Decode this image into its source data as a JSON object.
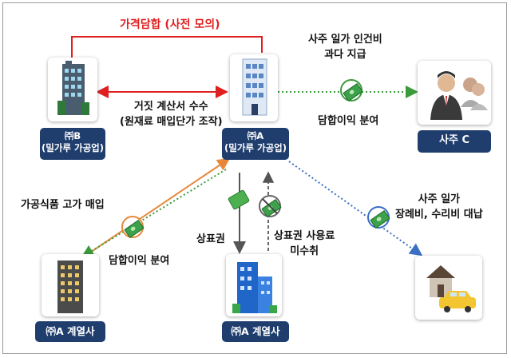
{
  "title": "가격담합 (사전 모의)",
  "nodes": {
    "company_b": {
      "line1": "㈜B",
      "line2": "(밀가루 가공업)"
    },
    "company_a": {
      "line1": "㈜A",
      "line2": "(밀가루 가공업)"
    },
    "owner_c": {
      "label": "사주 C"
    },
    "affiliate_left": {
      "label": "㈜A 계열사"
    },
    "affiliate_bottom": {
      "label": "㈜A 계열사"
    }
  },
  "edge_labels": {
    "false_invoice_line1": "거짓 계산서 수수",
    "false_invoice_line2": "(원재료 매입단가 조작)",
    "owner_salary_line1": "사주 일가 인건비",
    "owner_salary_line2": "과다 지급",
    "profit_share_right": "담합이익 분여",
    "overpriced_purchase": "가공식품 고가 매입",
    "profit_share_left": "담합이익 분여",
    "trademark": "상표권",
    "royalty_line1": "상표권 사용료",
    "royalty_line2": "미수취",
    "funeral_line1": "사주 일가",
    "funeral_line2": "장례비, 수리비 대납"
  },
  "icons": {
    "building_b": "office-building-icon",
    "building_a": "office-building-icon",
    "building_left": "office-building-icon",
    "building_bottom": "office-building-icon",
    "owner": "business-people-icon",
    "house_car": "house-and-car-icon",
    "money": "money-icon",
    "stamp": "trademark-stamp-icon"
  },
  "colors": {
    "collusion": "#e02020",
    "dark_label": "#1f3e6e",
    "green_dotted": "#3b9a3b",
    "orange": "#e8873a",
    "blue_dotted": "#3a6fc4",
    "grey_arrow": "#555555"
  }
}
